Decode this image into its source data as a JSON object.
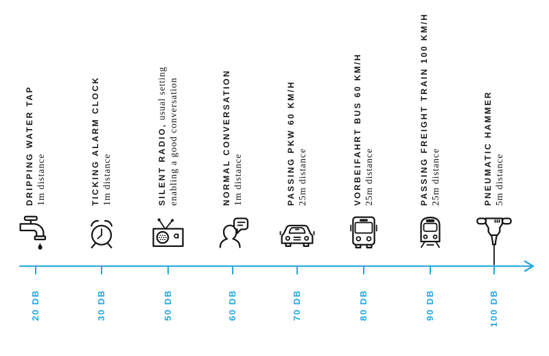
{
  "colors": {
    "accent": "#22a7e0",
    "ink": "#161616",
    "paper": "#ffffff"
  },
  "items": [
    {
      "title": "DRIPPING WATER TAP",
      "title_suffix": "",
      "subtitle": "1m distance",
      "level": "20 DB",
      "icon": "water-tap-icon"
    },
    {
      "title": "TICKING ALARM CLOCK",
      "title_suffix": "",
      "subtitle": "1m distance",
      "level": "30 DB",
      "icon": "alarm-clock-icon"
    },
    {
      "title": "SILENT RADIO,",
      "title_suffix": " usual setting",
      "subtitle": "enabling a good conversation",
      "level": "50 DB",
      "icon": "radio-icon"
    },
    {
      "title": "NORMAL CONVERSATION",
      "title_suffix": "",
      "subtitle": "1m distance",
      "level": "60 DB",
      "icon": "conversation-icon"
    },
    {
      "title": "PASSING PKW 60 KM/H",
      "title_suffix": "",
      "subtitle": "25m distance",
      "level": "70 DB",
      "icon": "car-icon"
    },
    {
      "title": "VORBEIFAHRT BUS 60 KM/H",
      "title_suffix": "",
      "subtitle": "25m distance",
      "level": "80 DB",
      "icon": "bus-icon"
    },
    {
      "title": "PASSING FREIGHT TRAIN 100 KM/H",
      "title_suffix": "",
      "subtitle": "25m distance",
      "level": "90 DB",
      "icon": "train-icon"
    },
    {
      "title": "PNEUMATIC HAMMER",
      "title_suffix": "",
      "subtitle": "5m distance",
      "level": "100 DB",
      "icon": "jackhammer-icon"
    }
  ]
}
